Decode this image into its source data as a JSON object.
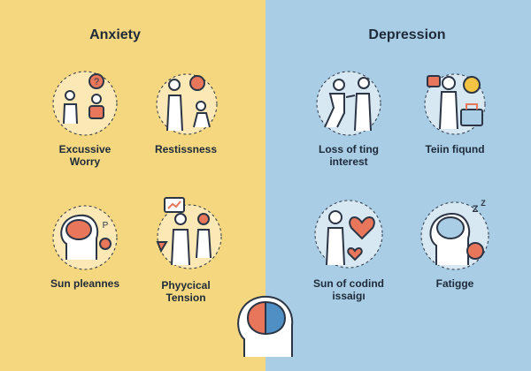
{
  "left": {
    "title": "Anxiety",
    "items": [
      {
        "label_line1": "Excussive",
        "label_line2": "Worry",
        "icon": "speech-worry-icon"
      },
      {
        "label_line1": "Restissness",
        "label_line2": "",
        "icon": "restless-person-icon"
      },
      {
        "label_line1": "Sun pleannes",
        "label_line2": "",
        "icon": "brain-icon"
      },
      {
        "label_line1": "Phyycical",
        "label_line2": "Tension",
        "icon": "tension-icon"
      }
    ]
  },
  "right": {
    "title": "Depression",
    "items": [
      {
        "label_line1": "Loss of ting",
        "label_line2": "interest",
        "icon": "loss-interest-icon"
      },
      {
        "label_line1": "Teiin fiqund",
        "label_line2": "",
        "icon": "sun-person-icon"
      },
      {
        "label_line1": "Sun of codind",
        "label_line2": "issaigı",
        "icon": "broken-heart-icon"
      },
      {
        "label_line1": "Fatigge",
        "label_line2": "",
        "icon": "sleepy-head-icon"
      }
    ]
  },
  "colors": {
    "left_bg": "#f4d77e",
    "right_bg": "#a9cde4",
    "accent": "#e7765b",
    "stroke": "#2c3545"
  },
  "bottom_icon": "split-brain-icon"
}
